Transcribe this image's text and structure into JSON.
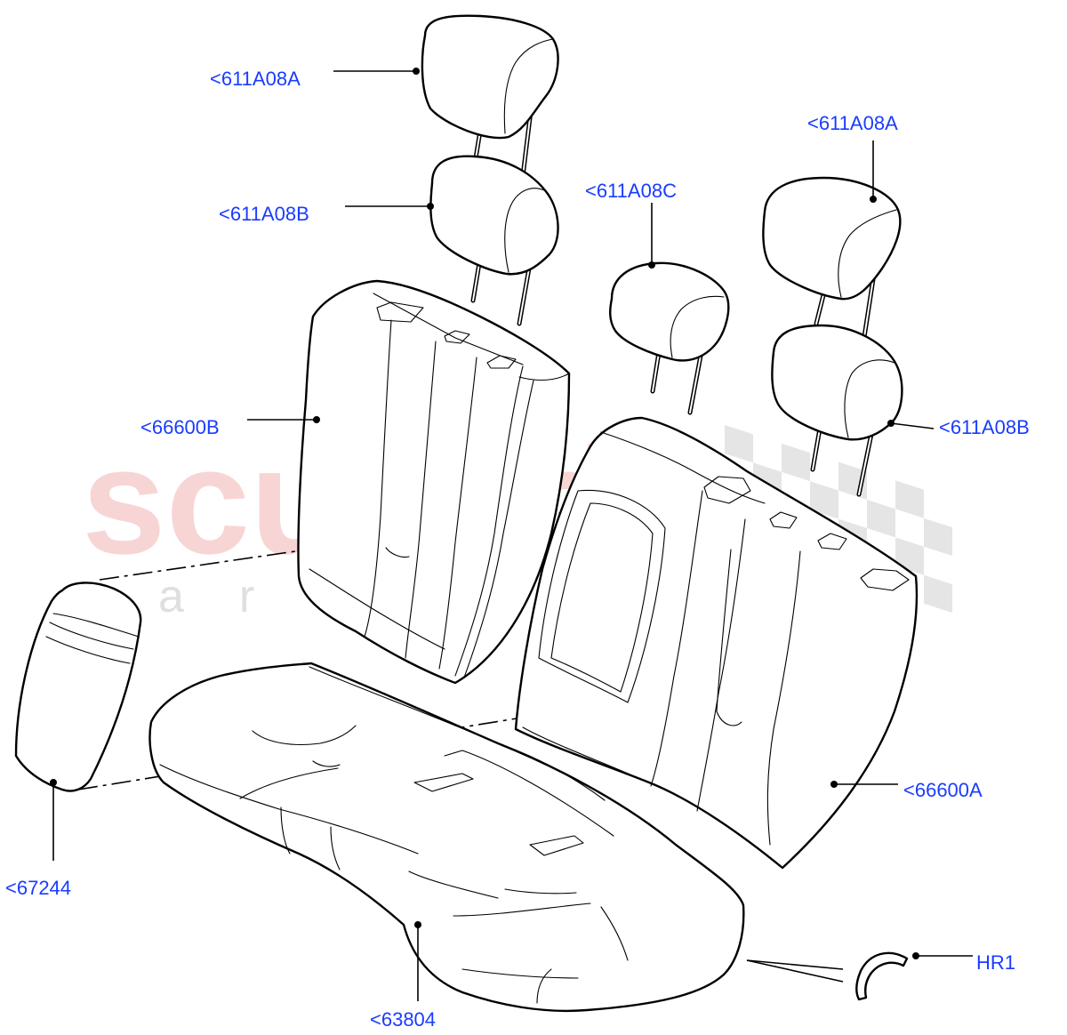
{
  "watermark": {
    "brand": "scuderia",
    "tagline": "car parts"
  },
  "colors": {
    "label": "#1a3cff",
    "watermark_brand": "#f6c7c7",
    "watermark_tagline": "#d8d8d8"
  },
  "callouts": [
    {
      "id": "headrest-rear-left-upper",
      "text": "<611A08A"
    },
    {
      "id": "headrest-rear-left-lower",
      "text": "<611A08B"
    },
    {
      "id": "headrest-center",
      "text": "<611A08C"
    },
    {
      "id": "headrest-rear-right-upper",
      "text": "<611A08A"
    },
    {
      "id": "headrest-rear-right-lower",
      "text": "<611A08B"
    },
    {
      "id": "seat-back-left",
      "text": "<66600B"
    },
    {
      "id": "seat-back-right",
      "text": "<66600A"
    },
    {
      "id": "armrest",
      "text": "<67244"
    },
    {
      "id": "seat-cushion",
      "text": "<63804"
    },
    {
      "id": "clip",
      "text": "HR1"
    }
  ]
}
